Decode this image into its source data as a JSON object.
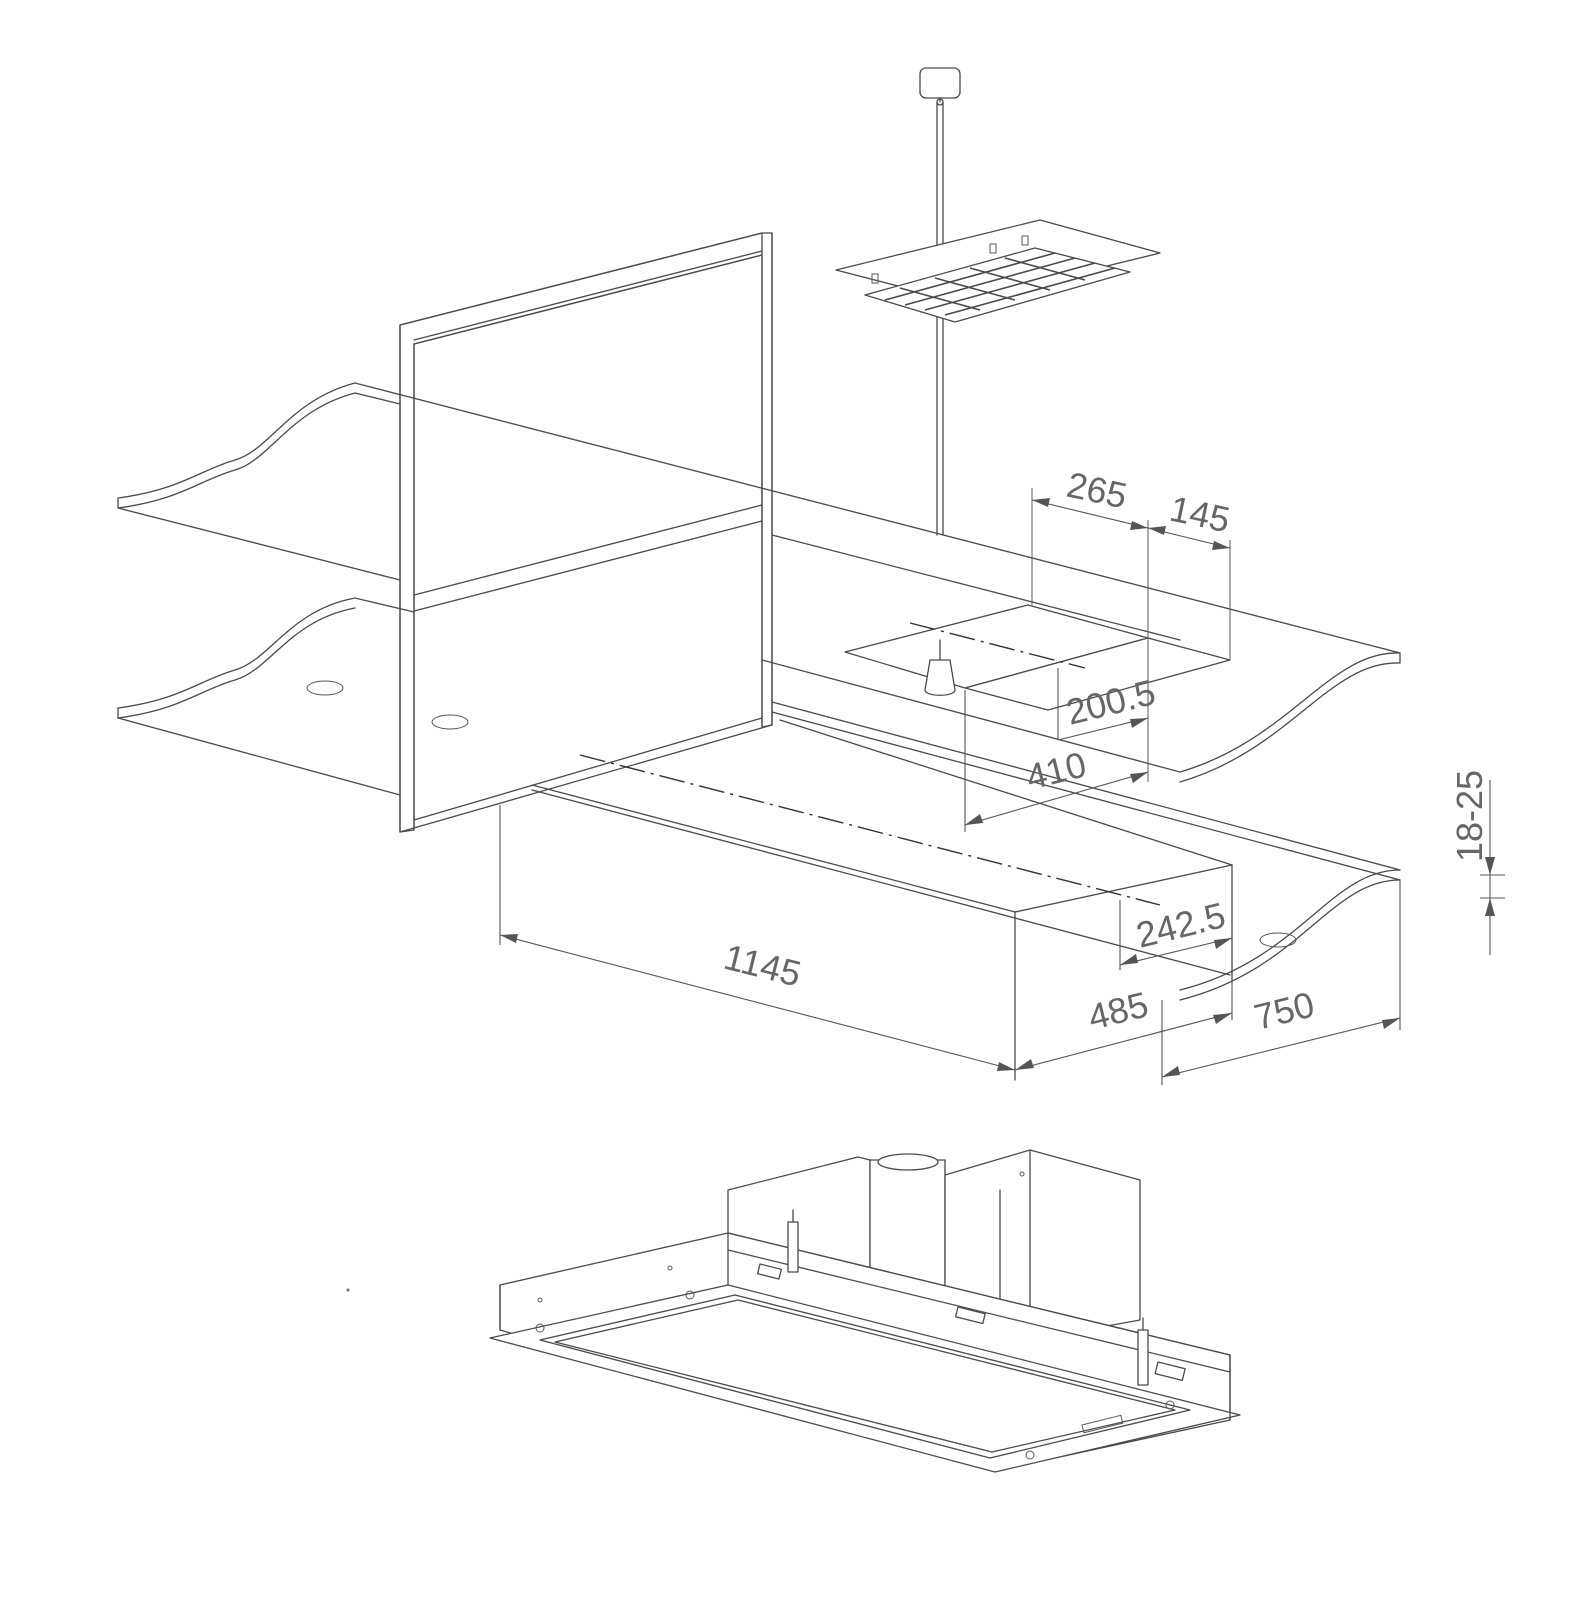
{
  "dimensions": {
    "d265": "265",
    "d145": "145",
    "d200_5": "200.5",
    "d410": "410",
    "d18_25": "18-25",
    "d242_5": "242.5",
    "d1145": "1145",
    "d485": "485",
    "d750": "750"
  },
  "colors": {
    "line": "#4a4a4a",
    "dimension_text": "#666666",
    "background": "#ffffff"
  }
}
